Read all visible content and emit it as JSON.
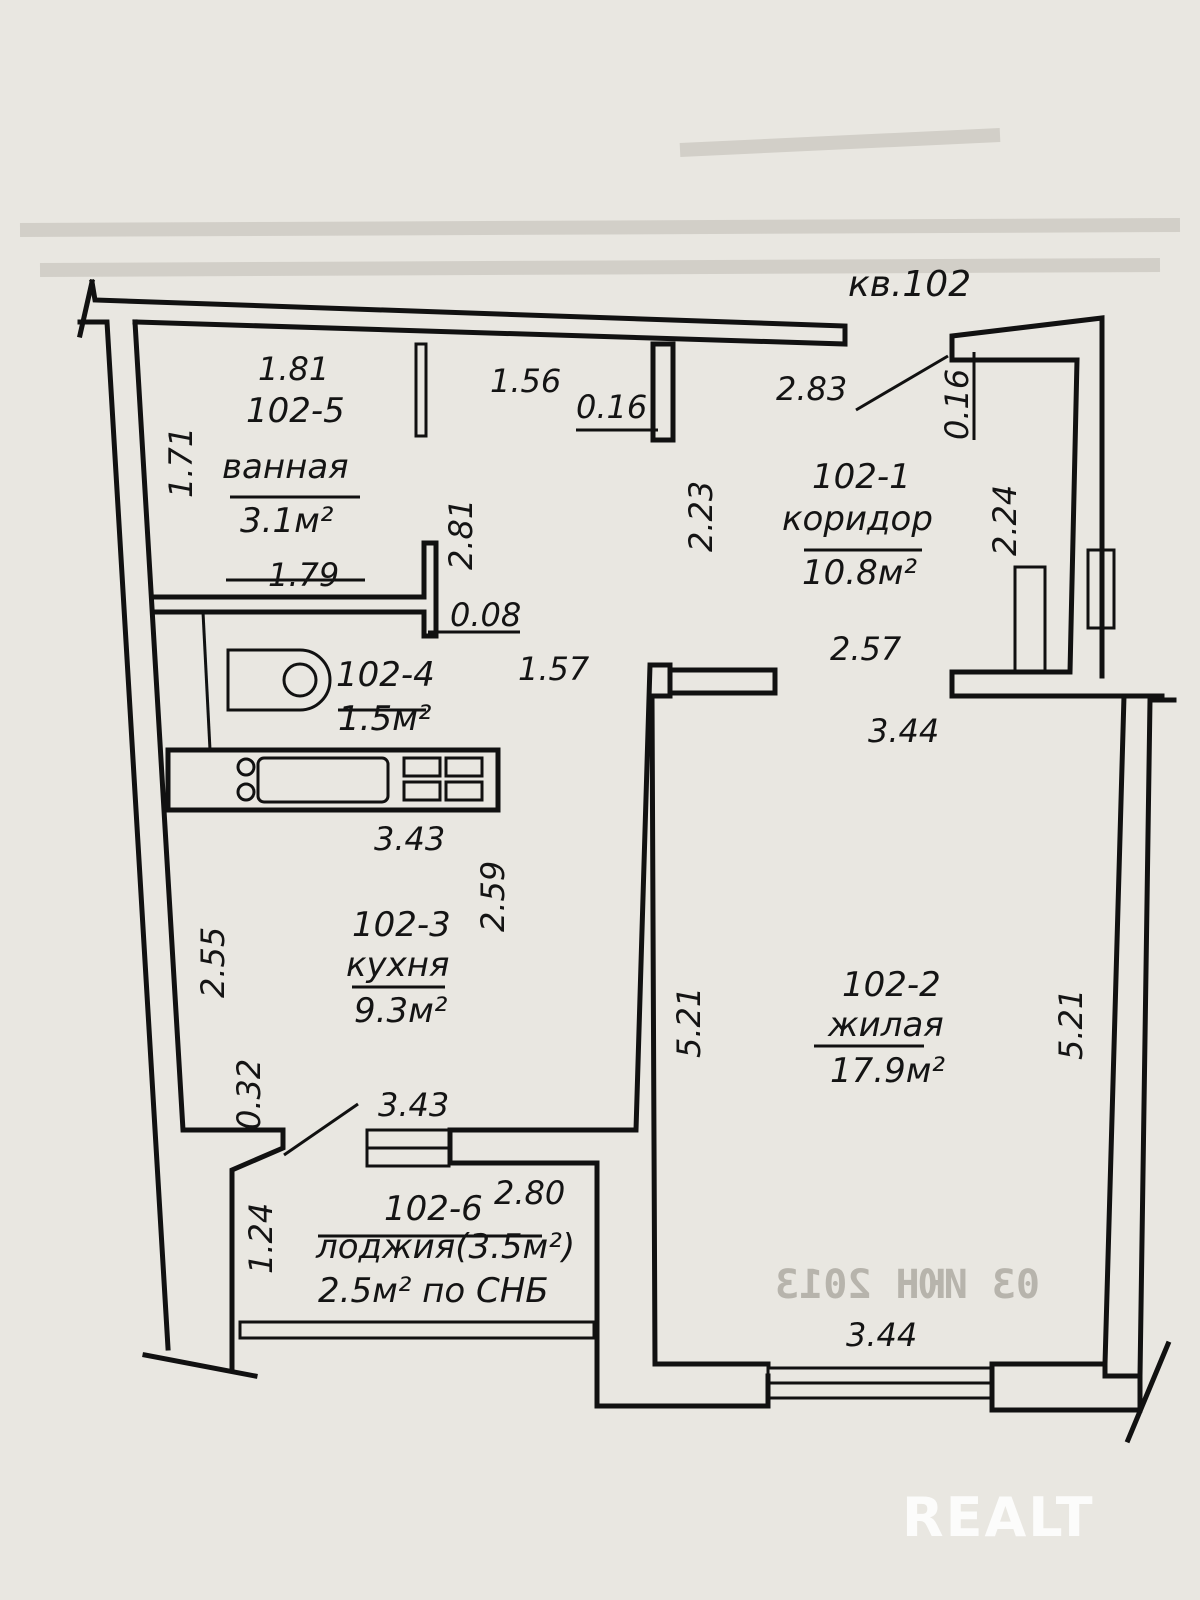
{
  "apartment_label": "кв.102",
  "rooms": [
    {
      "id": "102-5",
      "name": "ванная",
      "area": "3.1м²"
    },
    {
      "id": "102-4",
      "name": "",
      "area": "1.5м²"
    },
    {
      "id": "102-3",
      "name": "кухня",
      "area": "9.3м²"
    },
    {
      "id": "102-1",
      "name": "коридор",
      "area": "10.8м²"
    },
    {
      "id": "102-2",
      "name": "жилая",
      "area": "17.9м²"
    },
    {
      "id": "102-6",
      "name": "лоджия(3.5м²)",
      "area": "2.5м² по СНБ"
    }
  ],
  "dimensions": {
    "bath_top": "1.81",
    "bath_side": "1.71",
    "bath_bottom": "1.79",
    "wall_2_81": "2.81",
    "wall_0_08": "0.08",
    "corr_top_left": "1.56",
    "corr_wall_0_16_a": "0.16",
    "corr_top_right": "2.83",
    "corr_wall_0_16_b": "0.16",
    "corr_height_left": "2.23",
    "corr_height_right": "2.24",
    "corr_width": "2.57",
    "wc_width": "1.57",
    "living_top": "3.44",
    "kitchen_top": "3.43",
    "kitchen_height": "2.59",
    "kitchen_side": "2.55",
    "kitchen_bottom": "3.43",
    "step_0_32": "0.32",
    "loggia_width": "2.80",
    "loggia_side": "1.24",
    "living_left": "5.21",
    "living_right": "5.21",
    "living_bottom": "3.44"
  },
  "stamp_text": "03 ИЮН 2013",
  "watermark": "REALT"
}
